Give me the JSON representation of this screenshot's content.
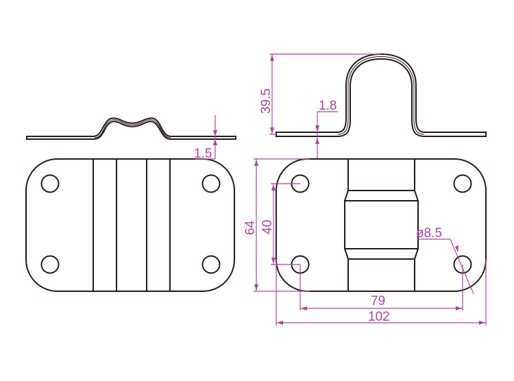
{
  "drawing": {
    "colors": {
      "outline": "#231815",
      "dimension": "#a5469e"
    },
    "dimensions": {
      "thickness_left": "1.5",
      "loop_height": "39.5",
      "thickness_right": "1.8",
      "plate_height": "64",
      "hole_spacing_vertical": "40",
      "hole_diameter": "ø8.5",
      "hole_spacing_horizontal": "79",
      "plate_width": "102"
    }
  }
}
